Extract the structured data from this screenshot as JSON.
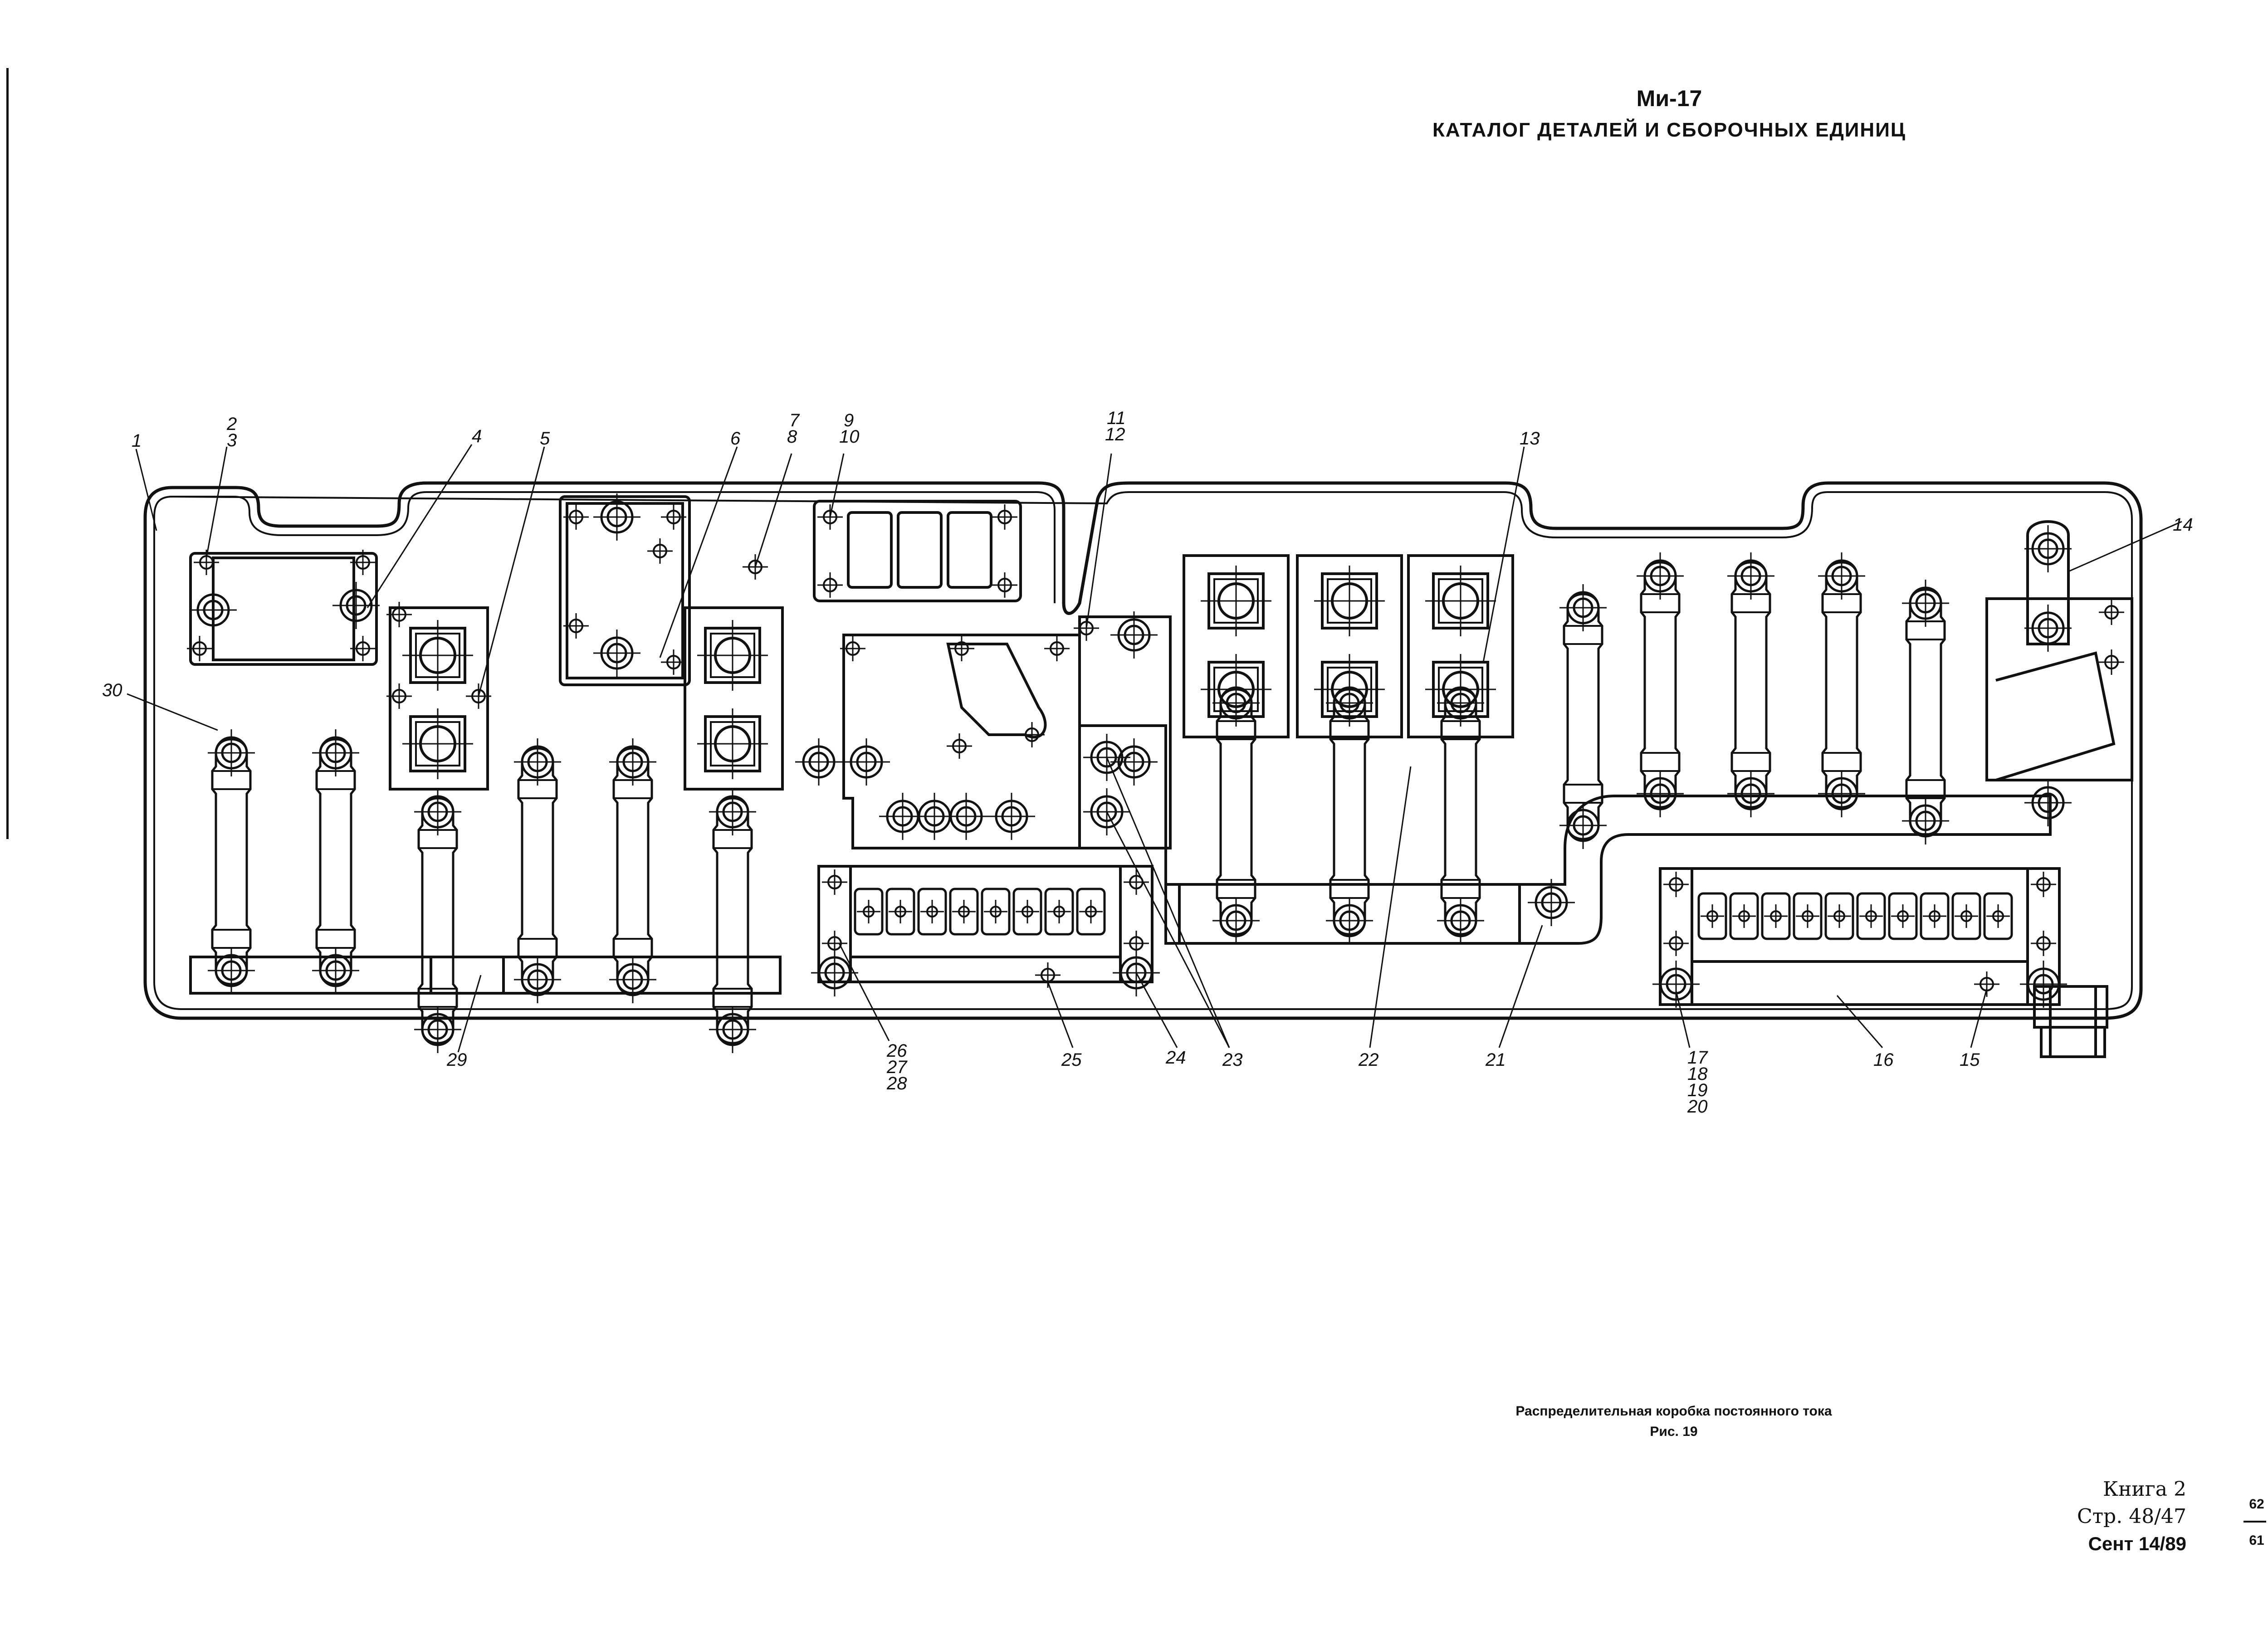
{
  "header": {
    "model": "Ми-17",
    "catalog_title": "КАТАЛОГ ДЕТАЛЕЙ И СБОРОЧНЫХ ЕДИНИЦ"
  },
  "figure": {
    "caption": "Распределительная коробка постоянного тока",
    "number": "Рис. 19"
  },
  "footer": {
    "book": "Книга 2",
    "page": "Стр. 48/47",
    "date": "Сент 14/89",
    "revision_top": "62",
    "revision_bottom": "61"
  },
  "callouts": [
    {
      "id": "c1",
      "lines": [
        "1"
      ]
    },
    {
      "id": "c2",
      "lines": [
        "2",
        "3"
      ]
    },
    {
      "id": "c4",
      "lines": [
        "4"
      ]
    },
    {
      "id": "c5",
      "lines": [
        "5"
      ]
    },
    {
      "id": "c6",
      "lines": [
        "6"
      ]
    },
    {
      "id": "c7",
      "lines": [
        "7",
        "8"
      ]
    },
    {
      "id": "c9",
      "lines": [
        "9",
        "10"
      ]
    },
    {
      "id": "c11",
      "lines": [
        "11",
        "12"
      ]
    },
    {
      "id": "c13",
      "lines": [
        "13"
      ]
    },
    {
      "id": "c14",
      "lines": [
        "14"
      ]
    },
    {
      "id": "c15",
      "lines": [
        "15"
      ]
    },
    {
      "id": "c16",
      "lines": [
        "16"
      ]
    },
    {
      "id": "c17",
      "lines": [
        "17",
        "18",
        "19",
        "20"
      ]
    },
    {
      "id": "c21",
      "lines": [
        "21"
      ]
    },
    {
      "id": "c22",
      "lines": [
        "22"
      ]
    },
    {
      "id": "c23",
      "lines": [
        "23"
      ]
    },
    {
      "id": "c24",
      "lines": [
        "24"
      ]
    },
    {
      "id": "c25",
      "lines": [
        "25"
      ]
    },
    {
      "id": "c26",
      "lines": [
        "26",
        "27",
        "28"
      ]
    },
    {
      "id": "c29",
      "lines": [
        "29"
      ]
    },
    {
      "id": "c30",
      "lines": [
        "30"
      ]
    }
  ]
}
